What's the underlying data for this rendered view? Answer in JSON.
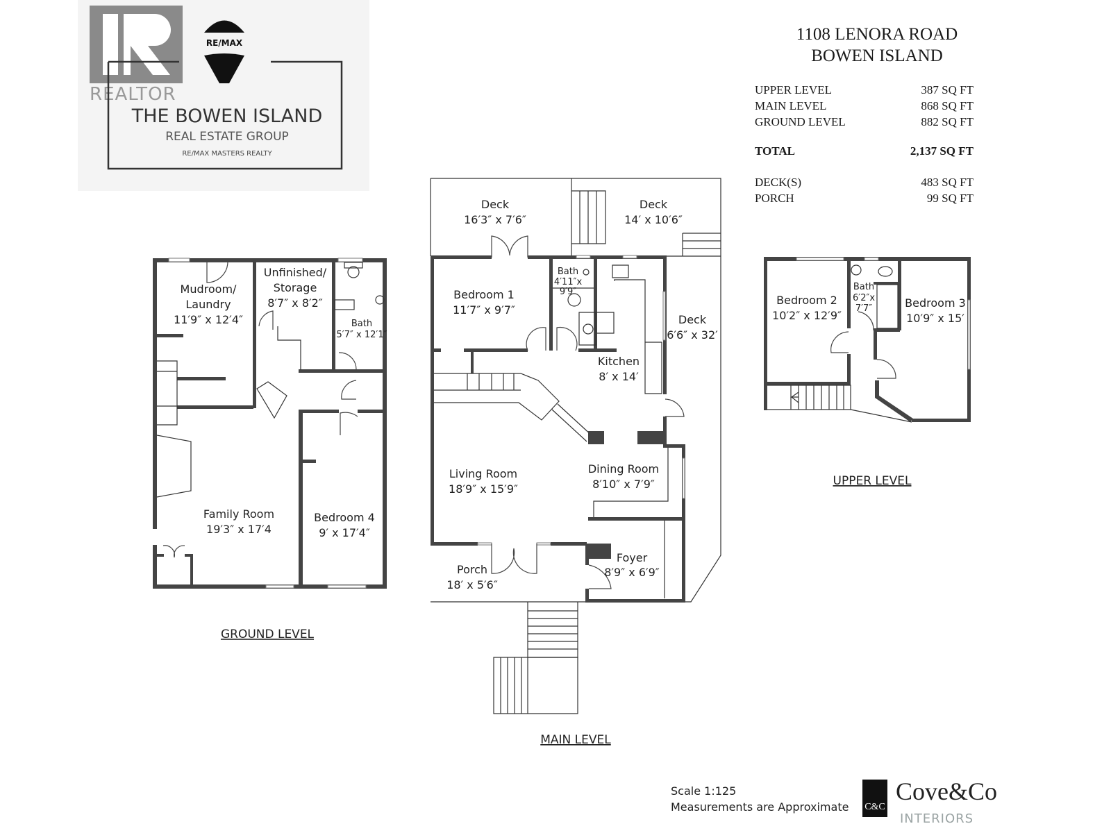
{
  "header": {
    "address_line1": "1108 LENORA ROAD",
    "address_line2": "BOWEN ISLAND"
  },
  "areas": {
    "rows": [
      {
        "label": "UPPER LEVEL",
        "value": "387 SQ FT"
      },
      {
        "label": "MAIN LEVEL",
        "value": "868 SQ FT"
      },
      {
        "label": "GROUND LEVEL",
        "value": "882 SQ FT"
      }
    ],
    "total": {
      "label": "TOTAL",
      "value": "2,137 SQ FT"
    },
    "extras": [
      {
        "label": "DECK(S)",
        "value": "483 SQ FT"
      },
      {
        "label": "PORCH",
        "value": "99 SQ FT"
      }
    ]
  },
  "logo": {
    "realtor": "REALTOR",
    "remax": "RE/MAX",
    "group_line1": "THE BOWEN ISLAND",
    "group_line2": "REAL ESTATE GROUP",
    "group_line3": "RE/MAX MASTERS REALTY"
  },
  "ground_level": {
    "title": "GROUND LEVEL",
    "rooms": [
      {
        "name": "Mudroom/",
        "name2": "Laundry",
        "size": "11′9″ x 12′4″"
      },
      {
        "name": "Unfinished/",
        "name2": "Storage",
        "size": "8′7″ x 8′2″"
      },
      {
        "name": "Bath",
        "size": "5′7″ x 12′1″"
      },
      {
        "name": "Family Room",
        "size": "19′3″ x 17′4"
      },
      {
        "name": "Bedroom 4",
        "size": "9′ x 17′4″"
      }
    ]
  },
  "main_level": {
    "title": "MAIN LEVEL",
    "rooms": [
      {
        "name": "Deck",
        "size": "16′3″ x 7′6″"
      },
      {
        "name": "Deck",
        "size": "14′ x 10′6″"
      },
      {
        "name": "Bath",
        "size": "4′11″x",
        "size2": "9′9″"
      },
      {
        "name": "Bedroom 1",
        "size": "11′7″ x 9′7″"
      },
      {
        "name": "Deck",
        "size": "6′6″ x 32′"
      },
      {
        "name": "Kitchen",
        "size": "8′ x 14′"
      },
      {
        "name": "Living Room",
        "size": "18′9″ x 15′9″"
      },
      {
        "name": "Dining Room",
        "size": "8′10″ x 7′9″"
      },
      {
        "name": "Porch",
        "size": "18′ x 5′6″"
      },
      {
        "name": "Foyer",
        "size": "8′9″ x 6′9″"
      }
    ]
  },
  "upper_level": {
    "title": "UPPER LEVEL",
    "rooms": [
      {
        "name": "Bedroom 2",
        "size": "10′2″ x 12′9″"
      },
      {
        "name": "Bath",
        "size": "6′2″x",
        "size2": "7′7″"
      },
      {
        "name": "Bedroom 3",
        "size": "10′9″ x 15′"
      }
    ]
  },
  "footer": {
    "scale": "Scale 1:125",
    "note": "Measurements are Approximate",
    "brand_mark": "C&C",
    "brand_name": "Cove&Co",
    "brand_sub": "INTERIORS"
  }
}
